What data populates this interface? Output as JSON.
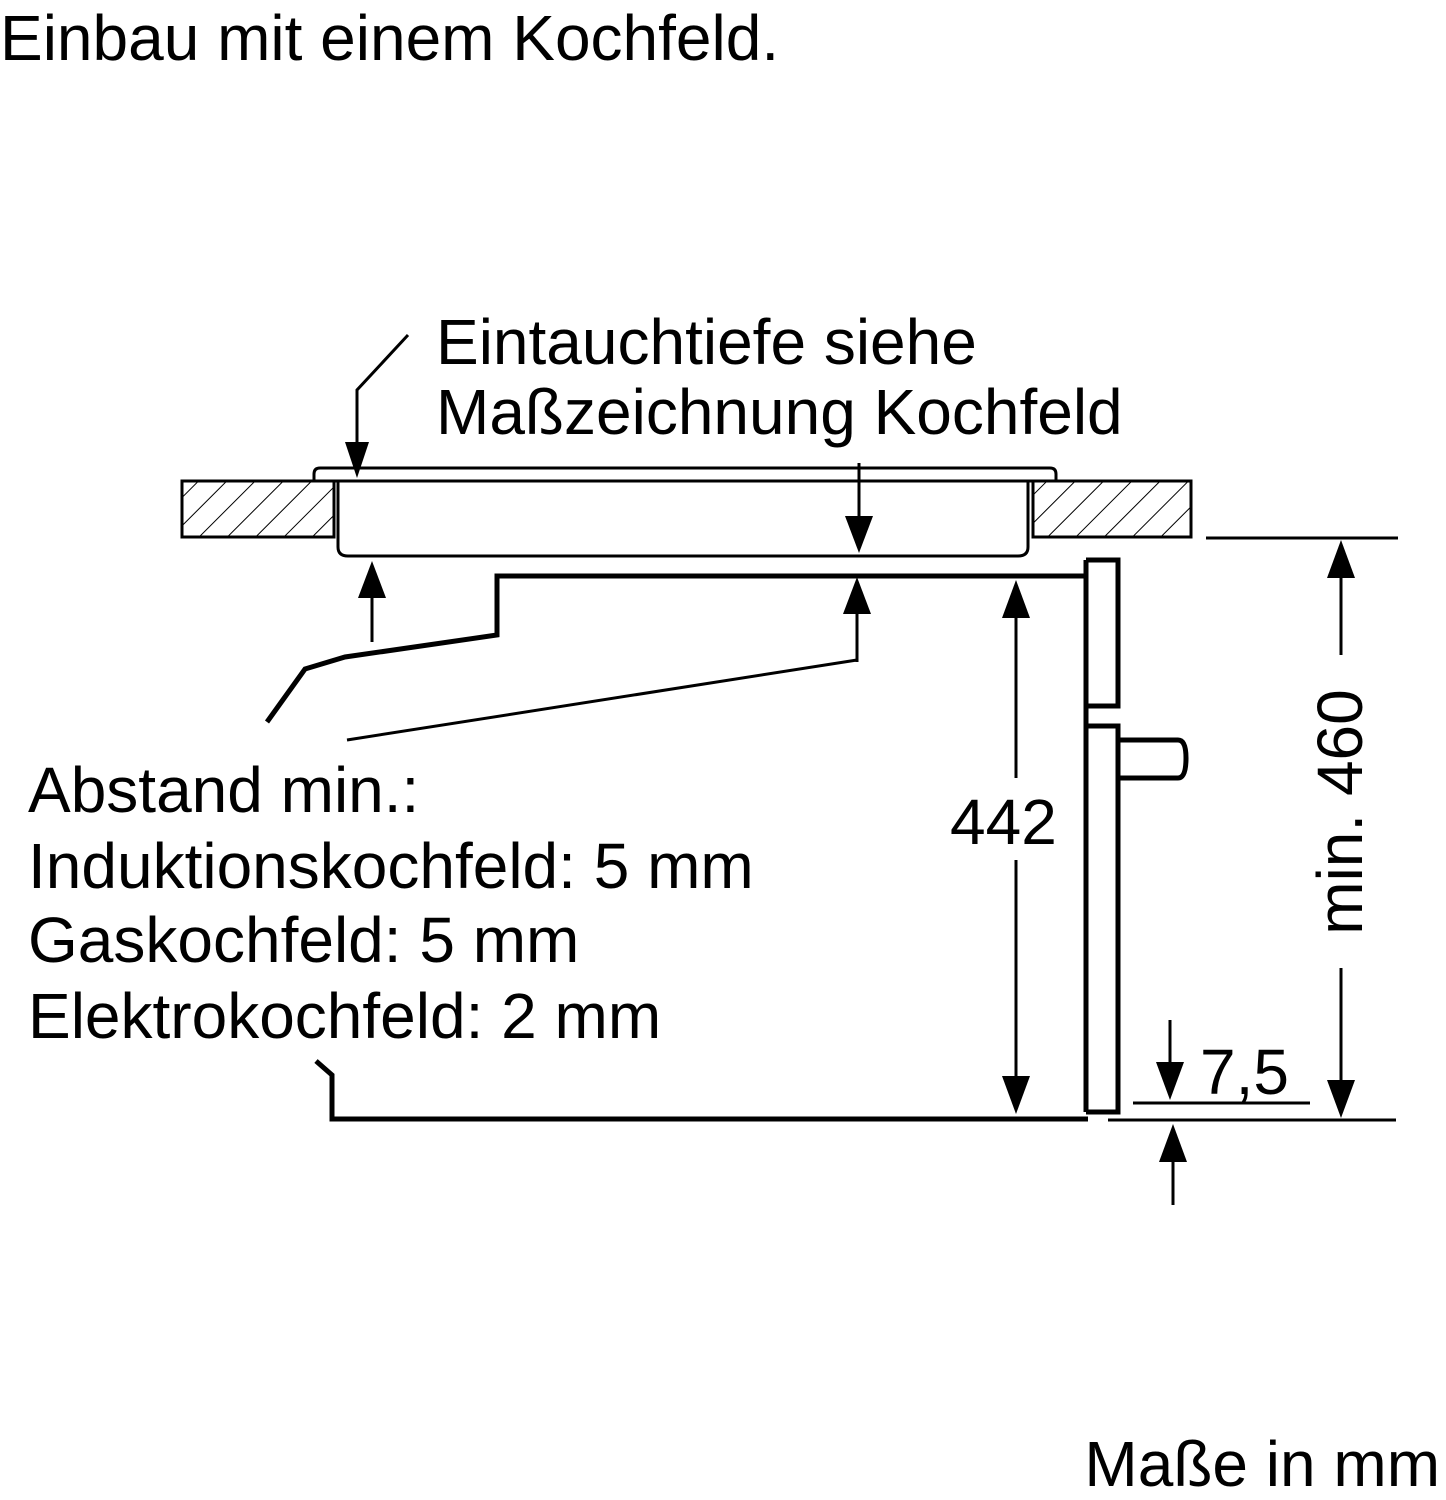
{
  "title": "Einbau mit einem Kochfeld.",
  "units_note": "Maße in mm",
  "callout_top": {
    "line1": "Eintauchtiefe siehe",
    "line2": "Maßzeichnung Kochfeld"
  },
  "clearance": {
    "heading": "Abstand min.:",
    "items": [
      "Induktionskochfeld: 5 mm",
      "Gaskochfeld: 5 mm",
      "Elektrokochfeld: 2 mm"
    ]
  },
  "dimensions": {
    "appliance_height": "442",
    "niche_height": "min. 460",
    "bottom_offset": "7,5"
  },
  "colors": {
    "line": "#000000",
    "background": "#ffffff"
  }
}
